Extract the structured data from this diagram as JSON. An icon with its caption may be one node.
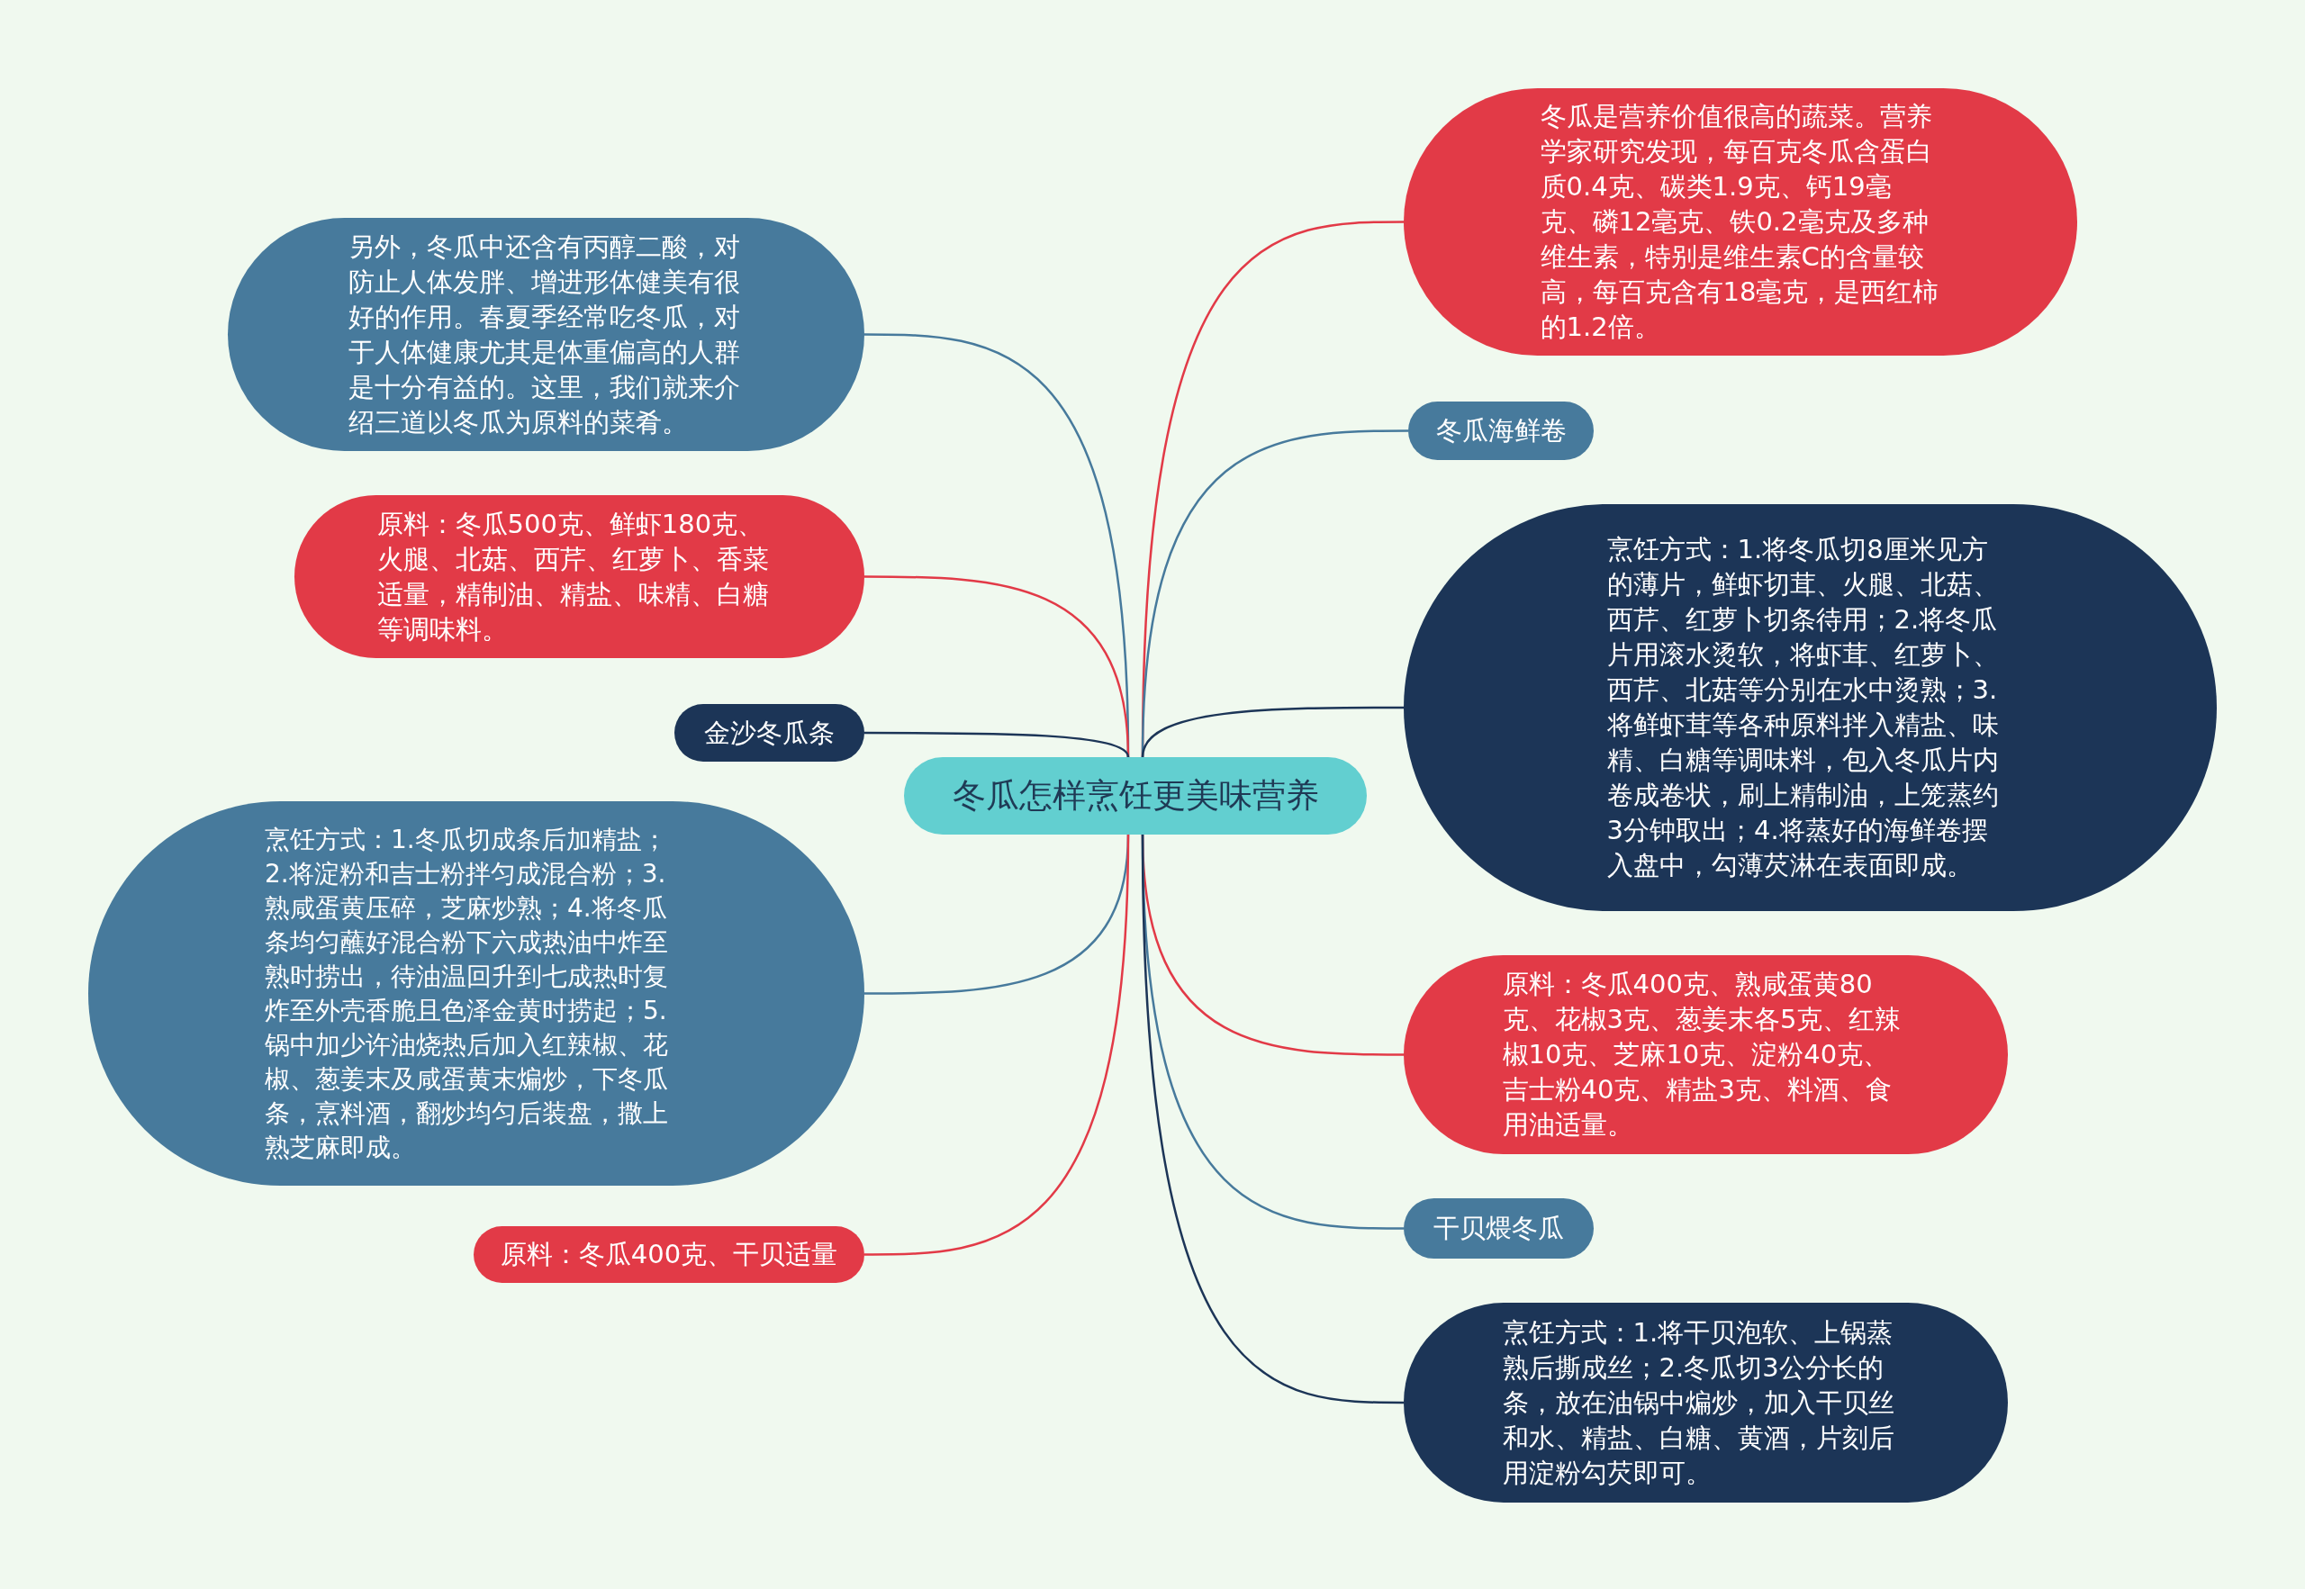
{
  "diagram": {
    "nodes": [
      {
        "text": [
          "冬瓜怎样烹饪更美味营养"
        ]
      },
      {
        "text": [
          "另外，冬瓜中还含有丙醇二酸，对防止人体发胖、增进形体健美有很好的作用。春夏季经常吃冬瓜，对于人体健康尤其是体重偏高的人群是十分有益的。这里，我们就来介绍三道以冬瓜为原料的菜肴。"
        ]
      },
      {
        "text": [
          "原料：冬瓜500克、鲜虾180克、火腿、北菇、西芹、红萝卜、香菜适量，精制油、精盐、味精、白糖等调味料。"
        ]
      },
      {
        "text": [
          "金沙冬瓜条"
        ]
      },
      {
        "text": [
          "烹饪方式：1.冬瓜切成条后加精盐；2.将淀粉和吉士粉拌匀成混合粉；3.熟咸蛋黄压碎，芝麻炒熟；4.将冬瓜条均匀蘸好混合粉下六成热油中炸至熟时捞出，待油温回升到七成热时复炸至外壳香脆且色泽金黄时捞起；5.锅中加少许油烧热后加入红辣椒、花椒、葱姜末及咸蛋黄末煸炒，下冬瓜条，烹料酒，翻炒均匀后装盘，撒上熟芝麻即成。"
        ]
      },
      {
        "text": [
          "原料：冬瓜400克、干贝适量"
        ]
      },
      {
        "text": [
          "冬瓜是营养价值很高的蔬菜。营养学家研究发现，每百克冬瓜含蛋白质0.4克、碳类1.9克、钙19毫克、磷12毫克、铁0.2毫克及多种维生素，特别是维生素C的含量较高，每百克含有18毫克，是西红柿的1.2倍。"
        ]
      },
      {
        "text": [
          "冬瓜海鲜卷"
        ]
      },
      {
        "text": [
          "烹饪方式：1.将冬瓜切8厘米见方的薄片，鲜虾切茸、火腿、北菇、西芹、红萝卜切条待用；2.将冬瓜片用滚水烫软，将虾茸、红萝卜、西芹、北菇等分别在水中烫熟；3.将鲜虾茸等各种原料拌入精盐、味精、白糖等调味料，包入冬瓜片内卷成卷状，刷上精制油，上笼蒸约3分钟取出；4.将蒸好的海鲜卷摆入盘中，勾薄芡淋在表面即成。"
        ]
      },
      {
        "text": [
          "原料：冬瓜400克、熟咸蛋黄80克、花椒3克、葱姜末各5克、红辣椒10克、芝麻10克、淀粉40克、吉士粉40克、精盐3克、料酒、食用油适量。"
        ]
      },
      {
        "text": [
          "干贝煨冬瓜"
        ]
      },
      {
        "text": [
          "烹饪方式：1.将干贝泡软、上锅蒸熟后撕成丝；2.冬瓜切3公分长的条，放在油锅中煸炒，加入干贝丝和水、精盐、白糖、黄酒，片刻后用淀粉勾芡即可。"
        ]
      }
    ],
    "edges": [
      {
        "from": 0,
        "to": 1,
        "arrow": "none",
        "color": "#477a9c"
      },
      {
        "from": 0,
        "to": 2,
        "arrow": "none",
        "color": "#e23a47"
      },
      {
        "from": 0,
        "to": 3,
        "arrow": "none",
        "color": "#1c3557"
      },
      {
        "from": 0,
        "to": 4,
        "arrow": "none",
        "color": "#477a9c"
      },
      {
        "from": 0,
        "to": 5,
        "arrow": "none",
        "color": "#e23a47"
      },
      {
        "from": 0,
        "to": 6,
        "arrow": "none",
        "color": "#e23a47"
      },
      {
        "from": 0,
        "to": 7,
        "arrow": "none",
        "color": "#477a9c"
      },
      {
        "from": 0,
        "to": 8,
        "arrow": "none",
        "color": "#1c3557"
      },
      {
        "from": 0,
        "to": 9,
        "arrow": "none",
        "color": "#e23a47"
      },
      {
        "from": 0,
        "to": 10,
        "arrow": "none",
        "color": "#477a9c"
      },
      {
        "from": 0,
        "to": 11,
        "arrow": "none",
        "color": "#1c3557"
      }
    ]
  }
}
